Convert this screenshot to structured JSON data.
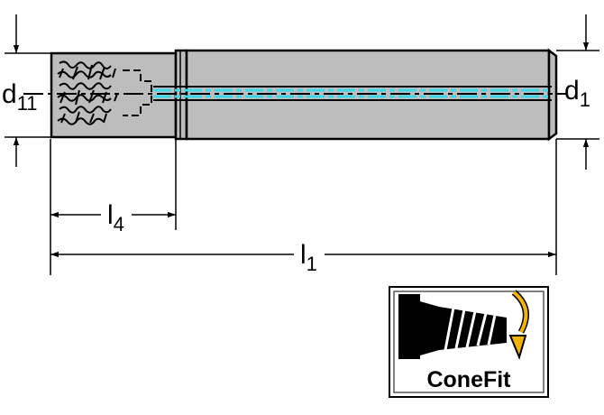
{
  "dimensions": {
    "d11": {
      "base": "d",
      "sub": "11"
    },
    "d1": {
      "base": "d",
      "sub": "1"
    },
    "l4": {
      "base": "l",
      "sub": "4"
    },
    "l1": {
      "base": "l",
      "sub": "1"
    }
  },
  "logo": {
    "text": "ConeFit",
    "icon": "threaded-cone-rotate-icon",
    "arrow_color": "#f2b400"
  },
  "colors": {
    "body": "#bdbdbd",
    "outline": "#000000",
    "coolant": "#3fd6e6"
  }
}
